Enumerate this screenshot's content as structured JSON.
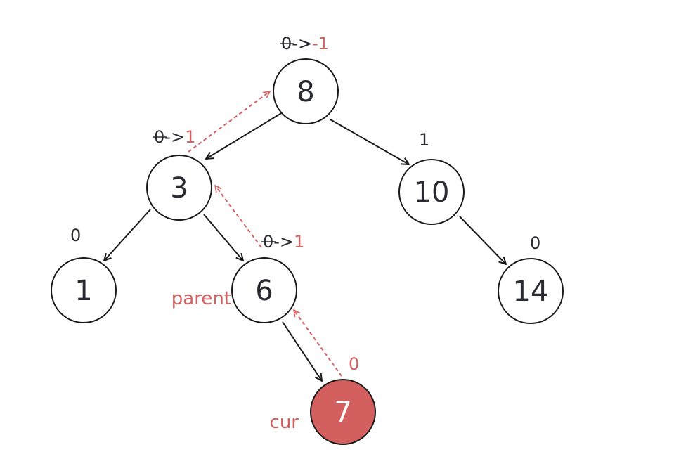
{
  "colors": {
    "highlight": "#d45f5f",
    "stroke": "#1a1a1a",
    "text": "#2a2a33"
  },
  "nodes": [
    {
      "id": "n8",
      "label": "8",
      "old_bf": "0",
      "arrow": "->",
      "new_bf": "-1"
    },
    {
      "id": "n3",
      "label": "3",
      "old_bf": "0",
      "arrow": "->",
      "new_bf": "1"
    },
    {
      "id": "n10",
      "label": "10",
      "bf": "1"
    },
    {
      "id": "n1",
      "label": "1",
      "bf": "0"
    },
    {
      "id": "n6",
      "label": "6",
      "old_bf": "0",
      "arrow": "->",
      "new_bf": "1",
      "pointer": "parent"
    },
    {
      "id": "n14",
      "label": "14",
      "bf": "0"
    },
    {
      "id": "n7",
      "label": "7",
      "bf": "0",
      "pointer": "cur",
      "highlighted": true
    }
  ],
  "edges": [
    {
      "from": "8",
      "to": "3"
    },
    {
      "from": "8",
      "to": "10"
    },
    {
      "from": "3",
      "to": "1"
    },
    {
      "from": "3",
      "to": "6"
    },
    {
      "from": "10",
      "to": "14"
    },
    {
      "from": "6",
      "to": "7"
    }
  ],
  "update_path": [
    {
      "from": "7",
      "to": "6"
    },
    {
      "from": "6",
      "to": "3"
    },
    {
      "from": "3",
      "to": "8"
    }
  ]
}
